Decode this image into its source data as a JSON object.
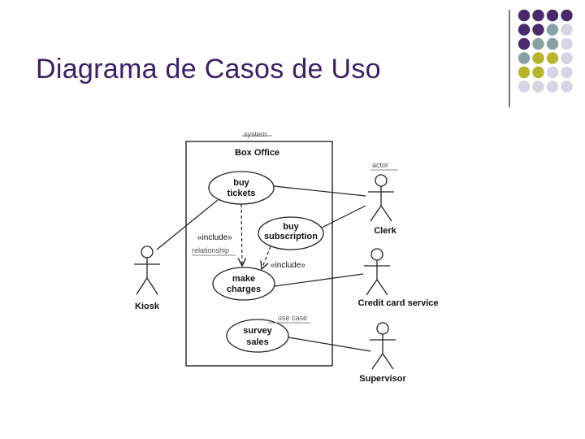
{
  "slide": {
    "title": "Diagrama de Casos de Uso"
  },
  "decoration": {
    "dot_grid_rows": [
      [
        "purple",
        "purple",
        "purple",
        "purple"
      ],
      [
        "purple",
        "purple",
        "teal",
        "light"
      ],
      [
        "purple",
        "teal",
        "teal",
        "light"
      ],
      [
        "teal",
        "olive",
        "olive",
        "light"
      ],
      [
        "olive",
        "olive",
        "light",
        "light"
      ],
      [
        "light",
        "light",
        "light",
        "light"
      ]
    ],
    "colors": {
      "purple": "#4a2a6a",
      "teal": "#87a2a3",
      "olive": "#b8b52a",
      "light": "#d5d5e3"
    }
  },
  "diagram": {
    "annotations": {
      "system": "system",
      "actor": "actor",
      "relationship": "relationship",
      "use_case": "use case"
    },
    "system_boundary_label": "Box Office",
    "use_cases": {
      "buy_tickets": [
        "buy",
        "tickets"
      ],
      "buy_subscription": [
        "buy",
        "subscription"
      ],
      "make_charges": [
        "make",
        "charges"
      ],
      "survey_sales": [
        "survey",
        "sales"
      ]
    },
    "include_labels": {
      "left": "«include»",
      "right": "«include»"
    },
    "actors": {
      "kiosk": "Kiosk",
      "clerk": "Clerk",
      "credit_card_service": "Credit card service",
      "supervisor": "Supervisor"
    }
  }
}
